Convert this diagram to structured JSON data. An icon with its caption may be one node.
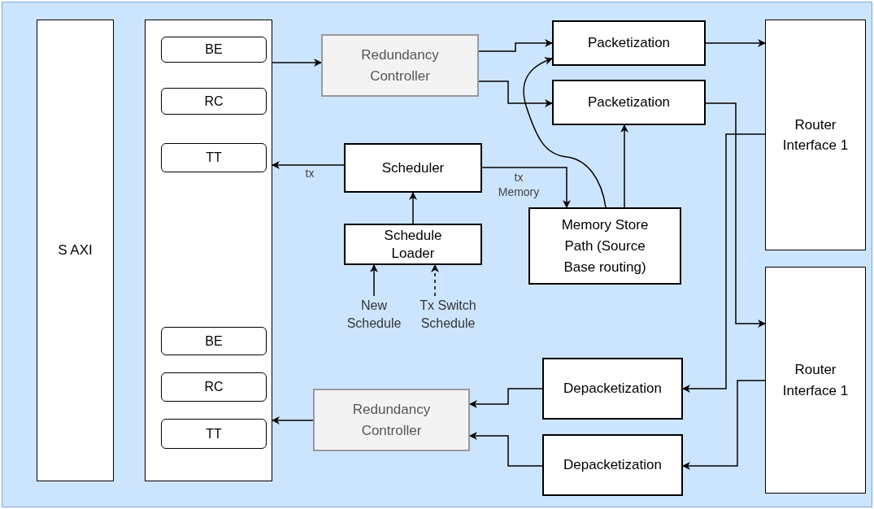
{
  "diagram": {
    "nodes": [
      {
        "text": [
          "S AXI"
        ]
      },
      {
        "text": [],
        "shape": "box"
      },
      {
        "text": [
          "BE"
        ],
        "in": 1
      },
      {
        "text": [
          "RC"
        ],
        "in": 1
      },
      {
        "text": [
          "TT"
        ],
        "in": 1
      },
      {
        "text": [
          "Redundancy Controller"
        ]
      },
      {
        "text": [
          "Packetization"
        ]
      },
      {
        "text": [
          "Router Interface 1"
        ]
      },
      {
        "text": [
          "Packetization"
        ]
      },
      {
        "text": [
          "Scheduler"
        ]
      },
      {
        "text": [
          "Memory Store Path (Source Base routing)"
        ]
      },
      {
        "text": [
          "Schedule Loader"
        ]
      },
      {
        "text": [
          "New Schedule"
        ]
      },
      {
        "text": [
          "Tx Switch Schedule"
        ]
      },
      {
        "text": [
          "Router Interface 1"
        ]
      },
      {
        "text": [
          "BE"
        ],
        "in": 1
      },
      {
        "text": [
          "RC"
        ],
        "in": 1
      },
      {
        "text": [
          "TT"
        ],
        "in": 1
      },
      {
        "text": [
          "Depacketization"
        ]
      },
      {
        "text": [
          "Redundancy Controller"
        ]
      },
      {
        "text": [
          "Depacketization"
        ]
      }
    ],
    "edges": [
      {
        "from": 1,
        "to": 5,
        "arrow": "to"
      },
      {
        "from": 5,
        "to": 6,
        "arrow": "to"
      },
      {
        "from": 5,
        "to": 8,
        "arrow": "to"
      },
      {
        "from": 10,
        "to": 6,
        "arrow": "to"
      },
      {
        "from": 10,
        "to": 8,
        "arrow": "to"
      },
      {
        "from": 6,
        "to": 7,
        "arrow": "to"
      },
      {
        "from": 8,
        "to": 14,
        "arrow": "to"
      },
      {
        "from": 9,
        "to": 1,
        "arrow": "to",
        "label": "tx"
      },
      {
        "from": 9,
        "to": 10,
        "arrow": "to",
        "label": "tx Memory"
      },
      {
        "from": 11,
        "to": 9,
        "arrow": "to"
      },
      {
        "from": 12,
        "to": 11,
        "arrow": "to"
      },
      {
        "from": 13,
        "to": 11,
        "arrow": "to",
        "style": "dashed"
      },
      {
        "from": 7,
        "to": 18,
        "arrow": "to"
      },
      {
        "from": 14,
        "to": 20,
        "arrow": "to"
      },
      {
        "from": 18,
        "to": 19,
        "arrow": "to"
      },
      {
        "from": 20,
        "to": 19,
        "arrow": "to"
      },
      {
        "from": 19,
        "to": 1,
        "arrow": "to"
      }
    ]
  }
}
